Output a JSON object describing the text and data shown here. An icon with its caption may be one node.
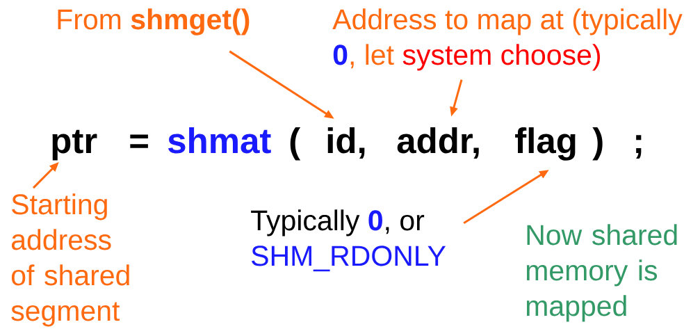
{
  "diagram": {
    "nodes": [
      {
        "text": [
          "From **shmget()**"
        ]
      },
      {
        "text": [
          "Address to map at (typically",
          "0",
          ", let",
          "system choose)"
        ]
      },
      {
        "text": [
          "ptr"
        ]
      },
      {
        "text": [
          "id,"
        ]
      },
      {
        "text": [
          "addr,"
        ]
      },
      {
        "text": [
          "flag"
        ]
      },
      {
        "text": [
          "Starting address of shared segment"
        ]
      },
      {
        "text": [
          "Typically",
          "0",
          ", or",
          "SHM_RDONLY"
        ]
      }
    ],
    "edges": [
      {
        "from": 0,
        "to": 3,
        "arrow": "to"
      },
      {
        "from": 1,
        "to": 4,
        "arrow": "to"
      },
      {
        "from": 6,
        "to": 2,
        "arrow": "to"
      },
      {
        "from": 7,
        "to": 5,
        "arrow": "to"
      }
    ],
    "labels": [
      "=",
      "shmat",
      "(",
      ")",
      ";",
      "Now shared memory is mapped"
    ]
  }
}
